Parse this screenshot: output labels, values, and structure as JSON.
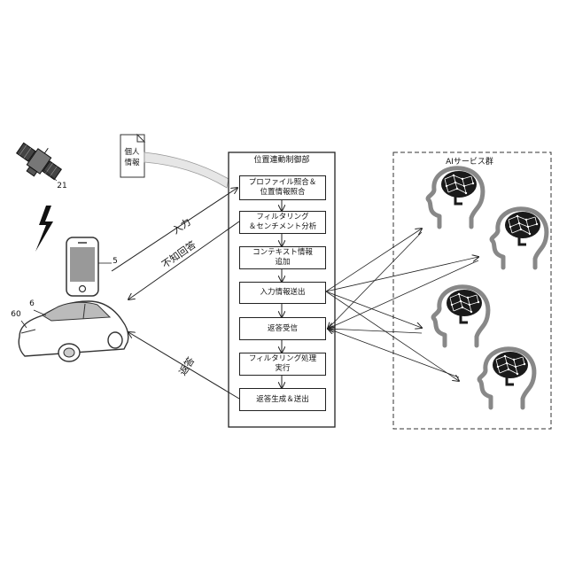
{
  "labels": {
    "satellite_ref": "21",
    "phone_ref": "5",
    "car_ref_a": "6",
    "car_ref_b": "60",
    "personal_info": "個人\n情報",
    "input": "入力",
    "unknown_answer": "不知回答",
    "reply": "返答"
  },
  "controller": {
    "title": "位置連動制御部",
    "steps": [
      "プロファイル照合＆\n位置情報照合",
      "フィルタリング\n＆センチメント分析",
      "コンテキスト情報\n追加",
      "入力情報送出",
      "返答受信",
      "フィルタリング処理\n実行",
      "返答生成＆送出"
    ]
  },
  "ai_group": {
    "title": "AIサービス群"
  }
}
